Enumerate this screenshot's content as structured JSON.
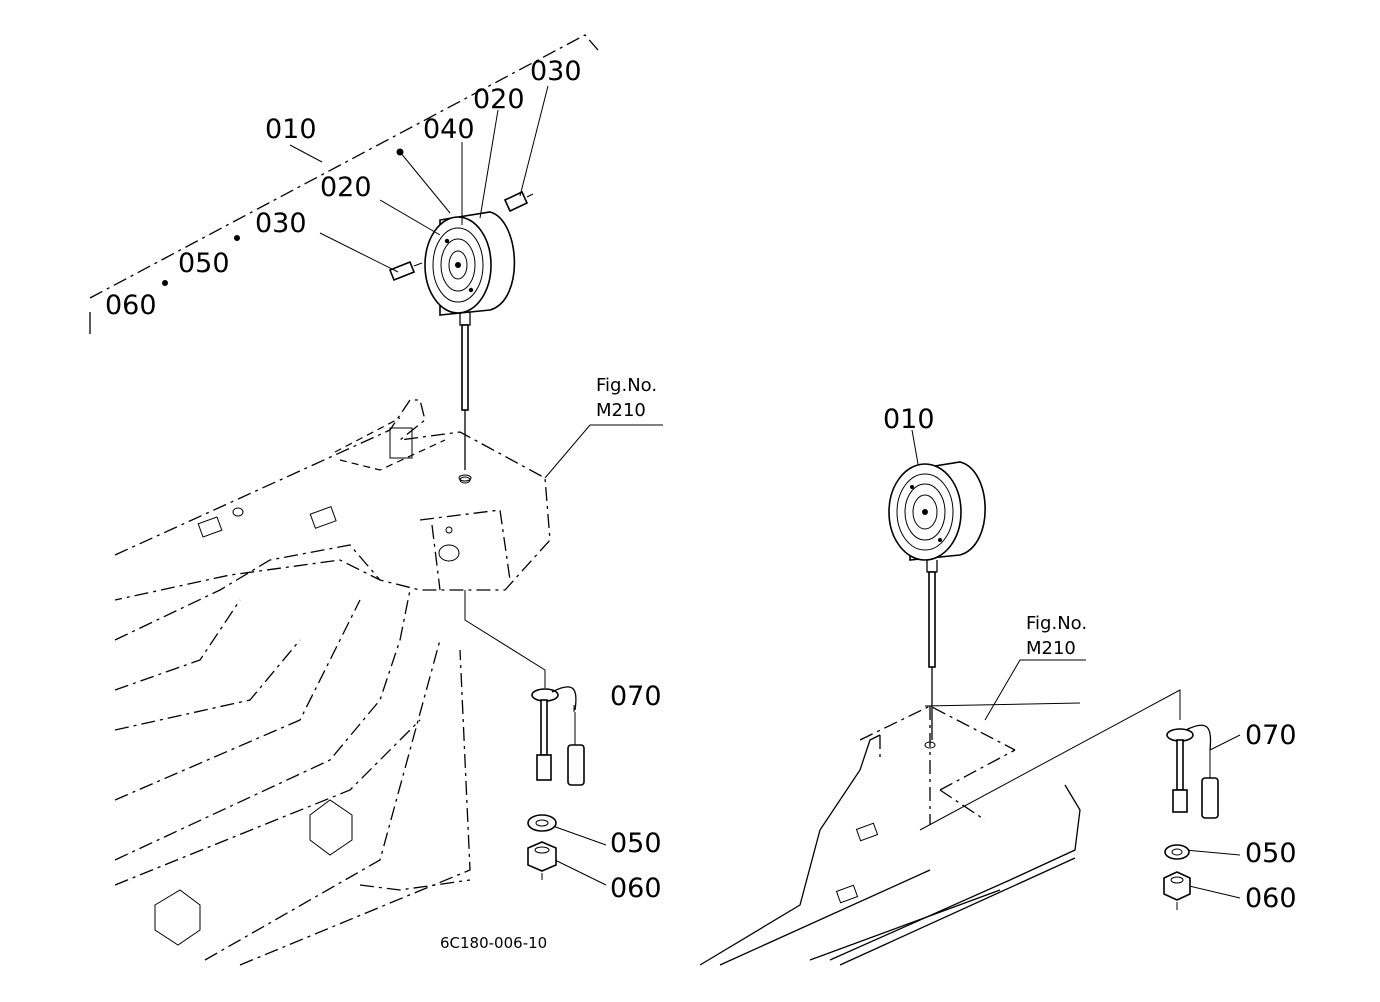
{
  "left_view": {
    "labels": {
      "p010": "010",
      "p020_top": "020",
      "p030_top": "030",
      "p040": "040",
      "p020_side": "020",
      "p030_side": "030",
      "p050_dash": "050",
      "p060_dash": "060",
      "p070": "070",
      "p050": "050",
      "p060": "060"
    },
    "fig_ref": {
      "line1": "Fig.No.",
      "line2": "M210"
    }
  },
  "right_view": {
    "labels": {
      "p010": "010",
      "p070": "070",
      "p050": "050",
      "p060": "060"
    },
    "fig_ref": {
      "line1": "Fig.No.",
      "line2": "M210"
    }
  },
  "drawing_code": "6C180-006-10"
}
